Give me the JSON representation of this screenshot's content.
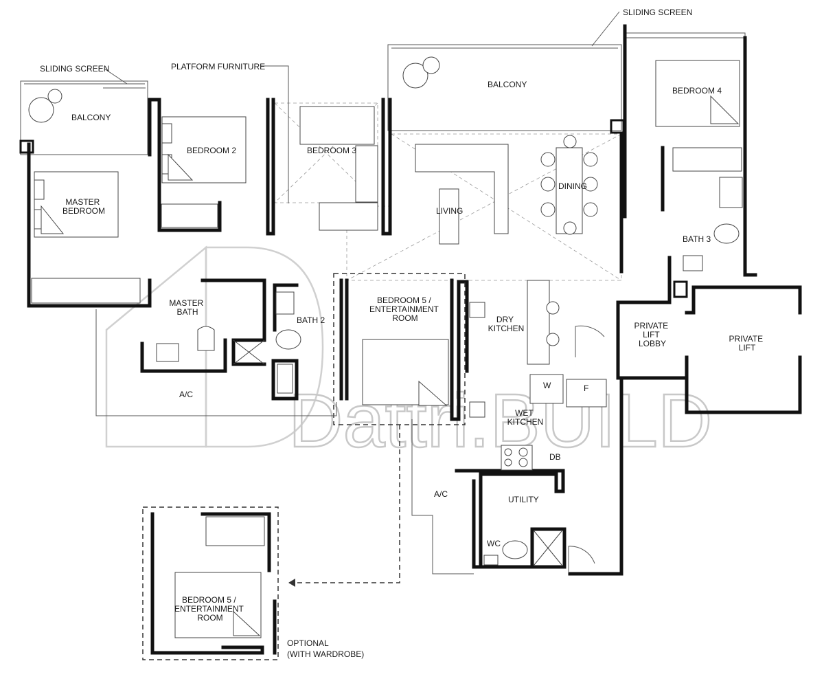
{
  "labels": {
    "sliding_screen_left": "SLIDING SCREEN",
    "sliding_screen_right": "SLIDING SCREEN",
    "platform_furniture": "PLATFORM FURNITURE",
    "balcony_left": "BALCONY",
    "balcony_top": "BALCONY",
    "bedroom_2": "BEDROOM 2",
    "bedroom_3": "BEDROOM 3",
    "bedroom_4": "BEDROOM 4",
    "master_bedroom": [
      "MASTER",
      "BEDROOM"
    ],
    "living": "LIVING",
    "dining": "DINING",
    "bath_3": "BATH 3",
    "master_bath": [
      "MASTER",
      "BATH"
    ],
    "bath_2": "BATH 2",
    "bedroom_5": [
      "BEDROOM 5 /",
      "ENTERTAINMENT",
      "ROOM"
    ],
    "dry_kitchen": [
      "DRY",
      "KITCHEN"
    ],
    "private_lift_lobby": [
      "PRIVATE",
      "LIFT",
      "LOBBY"
    ],
    "private_lift": [
      "PRIVATE",
      "LIFT"
    ],
    "ac_left": "A/C",
    "ac_right": "A/C",
    "washer": "W",
    "fridge": "F",
    "wet_kitchen": [
      "WET",
      "KITCHEN"
    ],
    "db": "DB",
    "utility": "UTILITY",
    "wc": "WC",
    "optional_bedroom_5": [
      "BEDROOM 5 /",
      "ENTERTAINMENT",
      "ROOM"
    ],
    "optional_note": [
      "OPTIONAL",
      "(WITH WARDROBE)"
    ]
  },
  "watermark": "Dattri.BUILD"
}
